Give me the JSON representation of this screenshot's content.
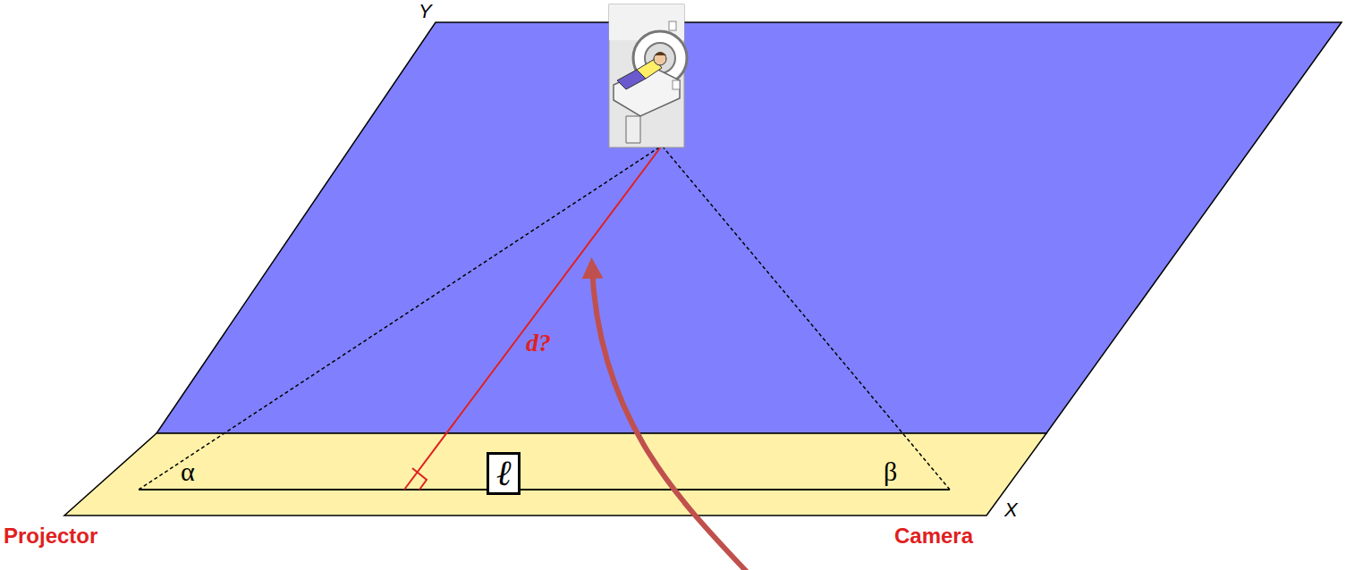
{
  "diagram": {
    "nodes": [
      {
        "text": [
          "ℓ"
        ]
      }
    ],
    "labels": [
      "Y",
      "X",
      "Projector",
      "Camera",
      "α",
      "β",
      "d?"
    ]
  }
}
